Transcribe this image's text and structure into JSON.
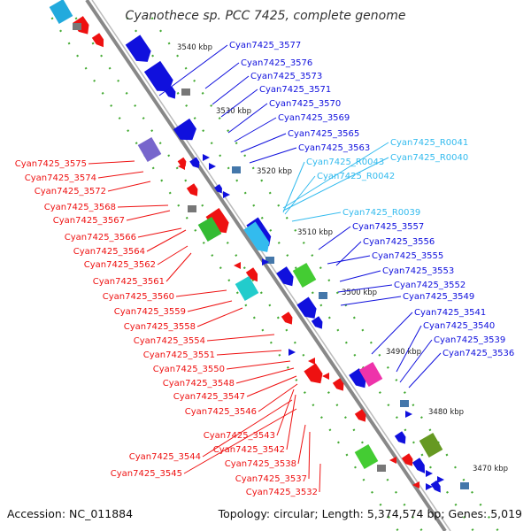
{
  "title": "Cyanothece sp. PCC 7425, complete genome",
  "footer": {
    "accession": "Accession: NC_011884",
    "summary": "Topology: circular; Length: 5,374,574 bp; Genes: 5,019"
  },
  "colors": {
    "forward": "#1010dd",
    "reverse": "#ee1111",
    "rna": "#33bbee",
    "backbone": "#888888",
    "dots": "#44aa33"
  },
  "ticks": [
    "3540 kbp",
    "3530 kbp",
    "3520 kbp",
    "3510 kbp",
    "3500 kbp",
    "3490 kbp",
    "3480 kbp",
    "3470 kbp"
  ],
  "labels_top": [
    "Cyan7425_3577",
    "Cyan7425_3576",
    "Cyan7425_3573",
    "Cyan7425_3571",
    "Cyan7425_3570",
    "Cyan7425_3569",
    "Cyan7425_3565",
    "Cyan7425_3563"
  ],
  "labels_rna": [
    "Cyan7425_R0041",
    "Cyan7425_R0043",
    "Cyan7425_R0040",
    "Cyan7425_R0042",
    "Cyan7425_R0039"
  ],
  "labels_right": [
    "Cyan7425_3557",
    "Cyan7425_3556",
    "Cyan7425_3555",
    "Cyan7425_3553",
    "Cyan7425_3552",
    "Cyan7425_3549",
    "Cyan7425_3541",
    "Cyan7425_3540",
    "Cyan7425_3539",
    "Cyan7425_3536"
  ],
  "labels_left": [
    "Cyan7425_3575",
    "Cyan7425_3574",
    "Cyan7425_3572",
    "Cyan7425_3568",
    "Cyan7425_3567",
    "Cyan7425_3566",
    "Cyan7425_3564",
    "Cyan7425_3562",
    "Cyan7425_3561",
    "Cyan7425_3560",
    "Cyan7425_3559",
    "Cyan7425_3558",
    "Cyan7425_3554",
    "Cyan7425_3551",
    "Cyan7425_3550",
    "Cyan7425_3548",
    "Cyan7425_3547",
    "Cyan7425_3546",
    "Cyan7425_3543",
    "Cyan7425_3542",
    "Cyan7425_3544",
    "Cyan7425_3538",
    "Cyan7425_3545",
    "Cyan7425_3537",
    "Cyan7425_3532"
  ]
}
